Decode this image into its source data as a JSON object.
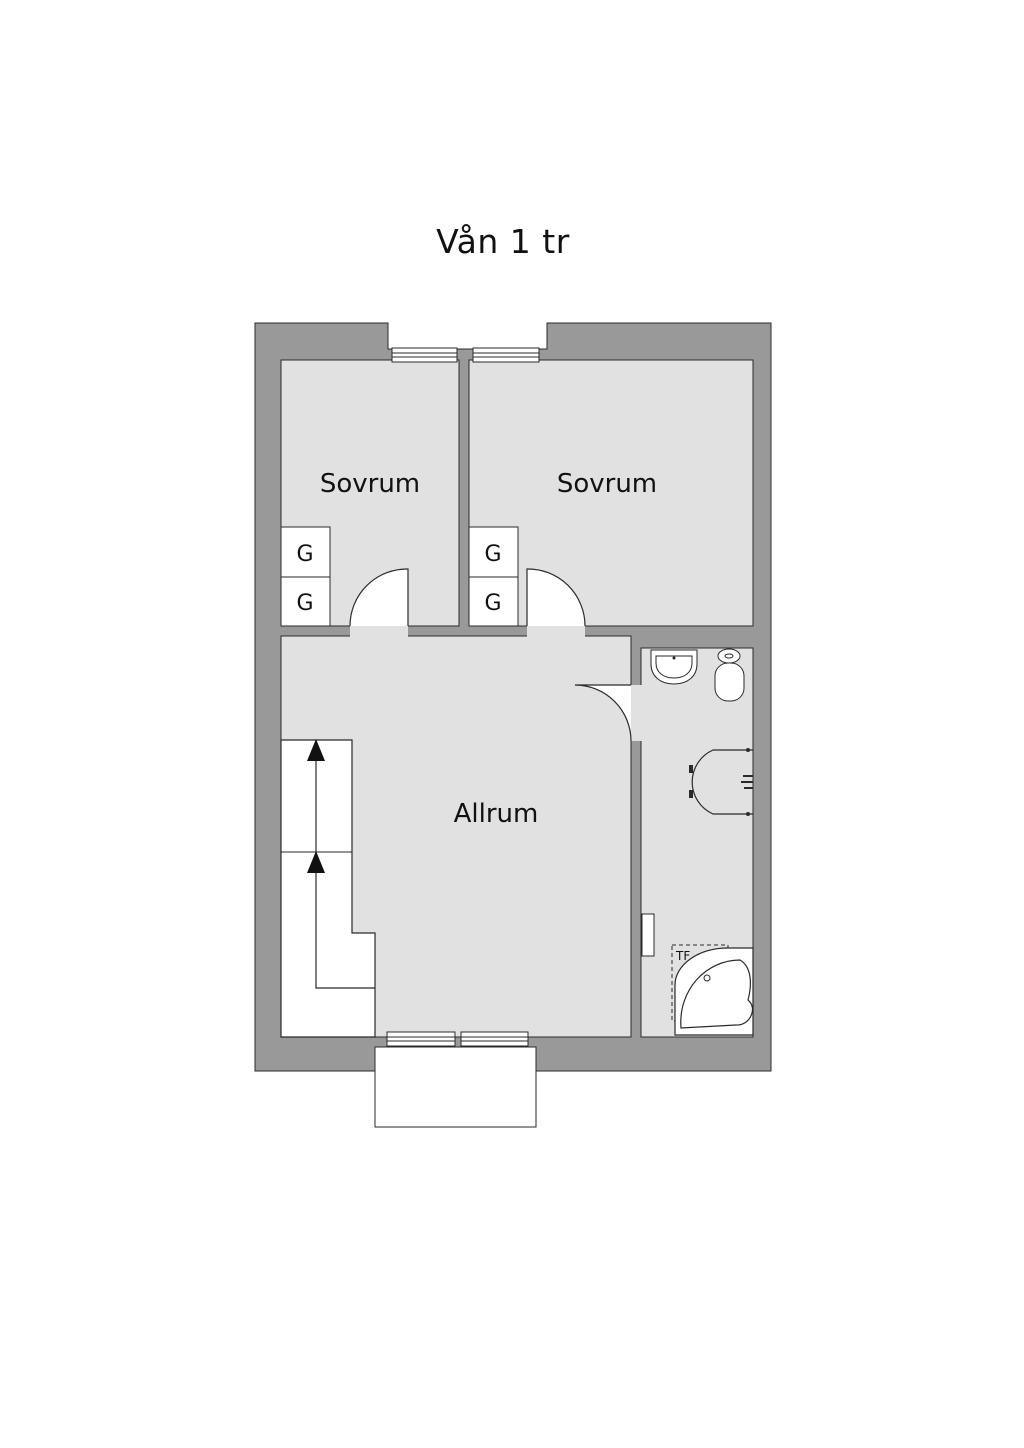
{
  "floor": {
    "title": "Vån 1 tr"
  },
  "rooms": {
    "bedroom_left": "Sovrum",
    "bedroom_right": "Sovrum",
    "living": "Allrum"
  },
  "closets": [
    "G",
    "G",
    "G",
    "G"
  ],
  "bathroom": {
    "floor_heating_mark": "TF"
  },
  "colors": {
    "wall": "#999999",
    "floor": "#e1e1e1",
    "line": "#2a2a2a",
    "background": "#ffffff"
  }
}
